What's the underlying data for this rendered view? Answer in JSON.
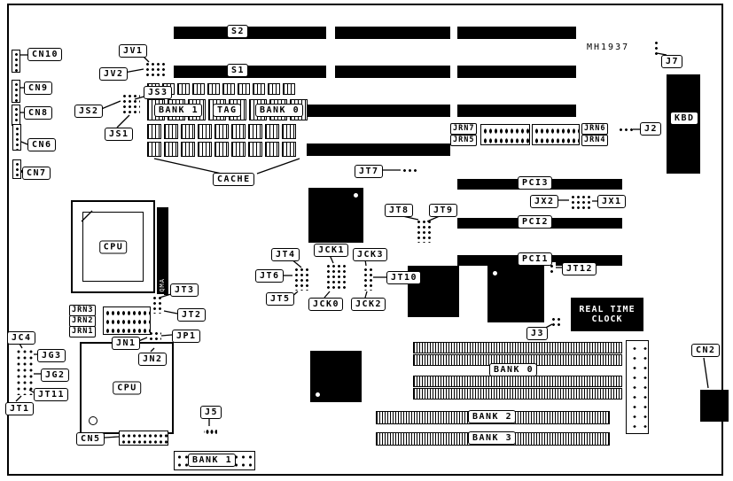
{
  "board": {
    "part_number": "MH1937",
    "slots": {
      "s2": "S2",
      "s1": "S1",
      "pci3": "PCI3",
      "pci2": "PCI2",
      "pci1": "PCI1",
      "kbd": "KBD"
    },
    "cache": {
      "bank1": "BANK 1",
      "tag": "TAG",
      "bank0": "BANK 0",
      "label": "CACHE"
    },
    "memory": {
      "bank0": "BANK 0",
      "bank2": "BANK 2",
      "bank3": "BANK 3",
      "bank1": "BANK 1"
    },
    "chips": {
      "cpu_socket": "CPU",
      "cpu": "CPU",
      "vreg_marking": "QMA",
      "rtc_line1": "REAL TIME",
      "rtc_line2": "CLOCK"
    },
    "connectors": {
      "cn10": "CN10",
      "cn9": "CN9",
      "cn8": "CN8",
      "cn6": "CN6",
      "cn7": "CN7",
      "cn5": "CN5",
      "cn2": "CN2"
    },
    "jumpers": {
      "jv1": "JV1",
      "jv2": "JV2",
      "js3": "JS3",
      "js2": "JS2",
      "js1": "JS1",
      "j2": "J2",
      "j3": "J3",
      "j5": "J5",
      "j7": "J7",
      "jt1": "JT1",
      "jt2": "JT2",
      "jt3": "JT3",
      "jt4": "JT4",
      "jt5": "JT5",
      "jt6": "JT6",
      "jt7": "JT7",
      "jt8": "JT8",
      "jt9": "JT9",
      "jt10": "JT10",
      "jt11": "JT11",
      "jt12": "JT12",
      "jck0": "JCK0",
      "jck1": "JCK1",
      "jck2": "JCK2",
      "jck3": "JCK3",
      "jx1": "JX1",
      "jx2": "JX2",
      "jn1": "JN1",
      "jn2": "JN2",
      "jp1": "JP1",
      "jc4": "JC4",
      "jg3": "JG3",
      "jg2": "JG2"
    },
    "headers": {
      "jrn7": "JRN7",
      "jrn6": "JRN6",
      "jrn5": "JRN5",
      "jrn4": "JRN4",
      "jrn3": "JRN3",
      "jrn2": "JRN2",
      "jrn1": "JRN1"
    }
  }
}
